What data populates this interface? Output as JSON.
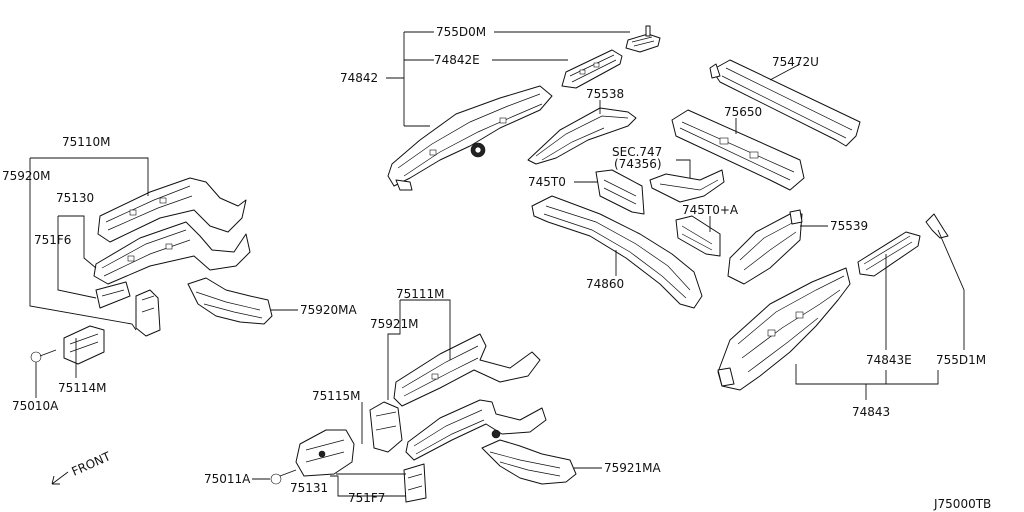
{
  "labels": {
    "p755D0M": "755D0M",
    "p74842E": "74842E",
    "p74842": "74842",
    "p75472U": "75472U",
    "p75538": "75538",
    "p75650": "75650",
    "sec747": "SEC.747",
    "p74356": "(74356)",
    "p745T0": "745T0",
    "p745T0A": "745T0+A",
    "p75539": "75539",
    "p74860": "74860",
    "p75110M": "75110M",
    "p75920M": "75920M",
    "p75130": "75130",
    "p751F6": "751F6",
    "p75920MA": "75920MA",
    "p75114M": "75114M",
    "p75010A": "75010A",
    "p75111M": "75111M",
    "p75921M": "75921M",
    "p75115M": "75115M",
    "p75011A": "75011A",
    "p75131": "75131",
    "p751F7": "751F7",
    "p75921MA": "75921MA",
    "p74843E": "74843E",
    "p755D1M": "755D1M",
    "p74843": "74843",
    "front": "FRONT",
    "drawing_code": "J75000TB"
  }
}
